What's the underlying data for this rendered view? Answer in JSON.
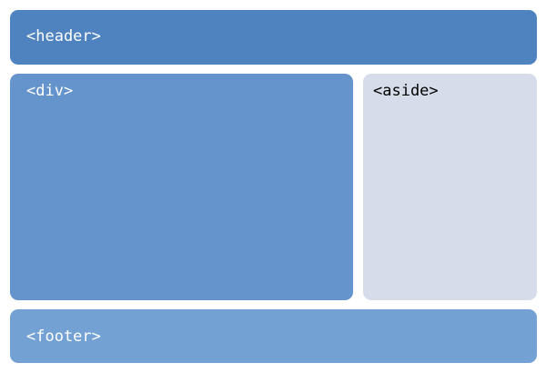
{
  "blocks": {
    "header": {
      "label": "<header>",
      "color": "#4f83c0"
    },
    "div": {
      "label": "<div>",
      "color": "#6594cd"
    },
    "aside": {
      "label": "<aside>",
      "color": "#d6dce9"
    },
    "footer": {
      "label": "<footer>",
      "color": "#74a1d3"
    }
  }
}
